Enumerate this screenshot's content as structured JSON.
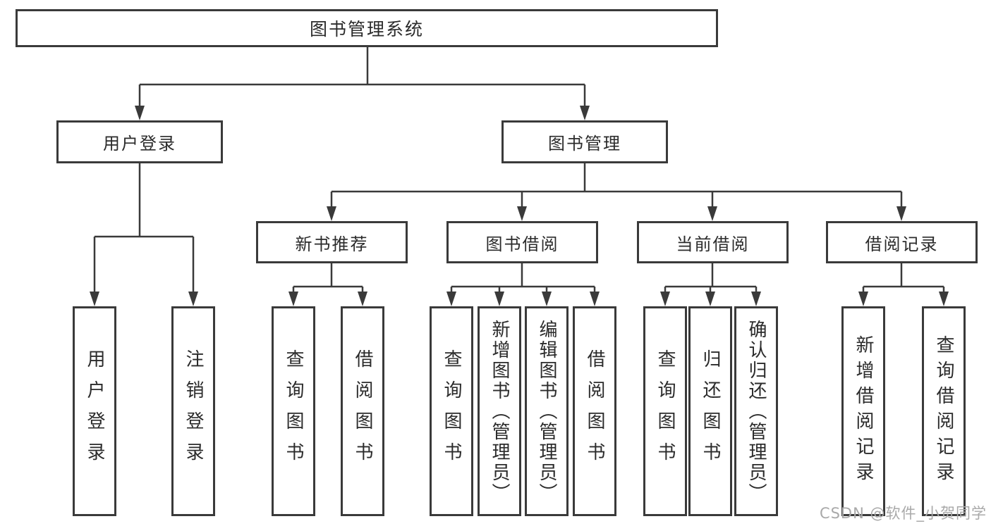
{
  "colors": {
    "line": "#3a3a3a",
    "box_border": "#3a3a3a",
    "box_fill": "#ffffff",
    "text": "#2b2b2b",
    "background": "#ffffff",
    "watermark": "#a9a9a9"
  },
  "tree": {
    "root": {
      "label": "图书管理系统"
    },
    "branches": [
      {
        "label": "用户登录",
        "leaves": [
          {
            "label": "用户登录"
          },
          {
            "label": "注销登录"
          }
        ]
      },
      {
        "label": "图书管理",
        "sections": [
          {
            "label": "新书推荐",
            "leaves": [
              {
                "label": "查询图书"
              },
              {
                "label": "借阅图书"
              }
            ]
          },
          {
            "label": "图书借阅",
            "leaves": [
              {
                "label": "查询图书"
              },
              {
                "label": "新增图书（管理员）"
              },
              {
                "label": "编辑图书（管理员）"
              },
              {
                "label": "借阅图书"
              }
            ]
          },
          {
            "label": "当前借阅",
            "leaves": [
              {
                "label": "查询图书"
              },
              {
                "label": "归还图书"
              },
              {
                "label": "确认归还（管理员）"
              }
            ]
          },
          {
            "label": "借阅记录",
            "leaves": [
              {
                "label": "新增借阅记录"
              },
              {
                "label": "查询借阅记录"
              }
            ]
          }
        ]
      }
    ]
  },
  "watermark": {
    "text": "CSDN @软件_小贺同学"
  }
}
